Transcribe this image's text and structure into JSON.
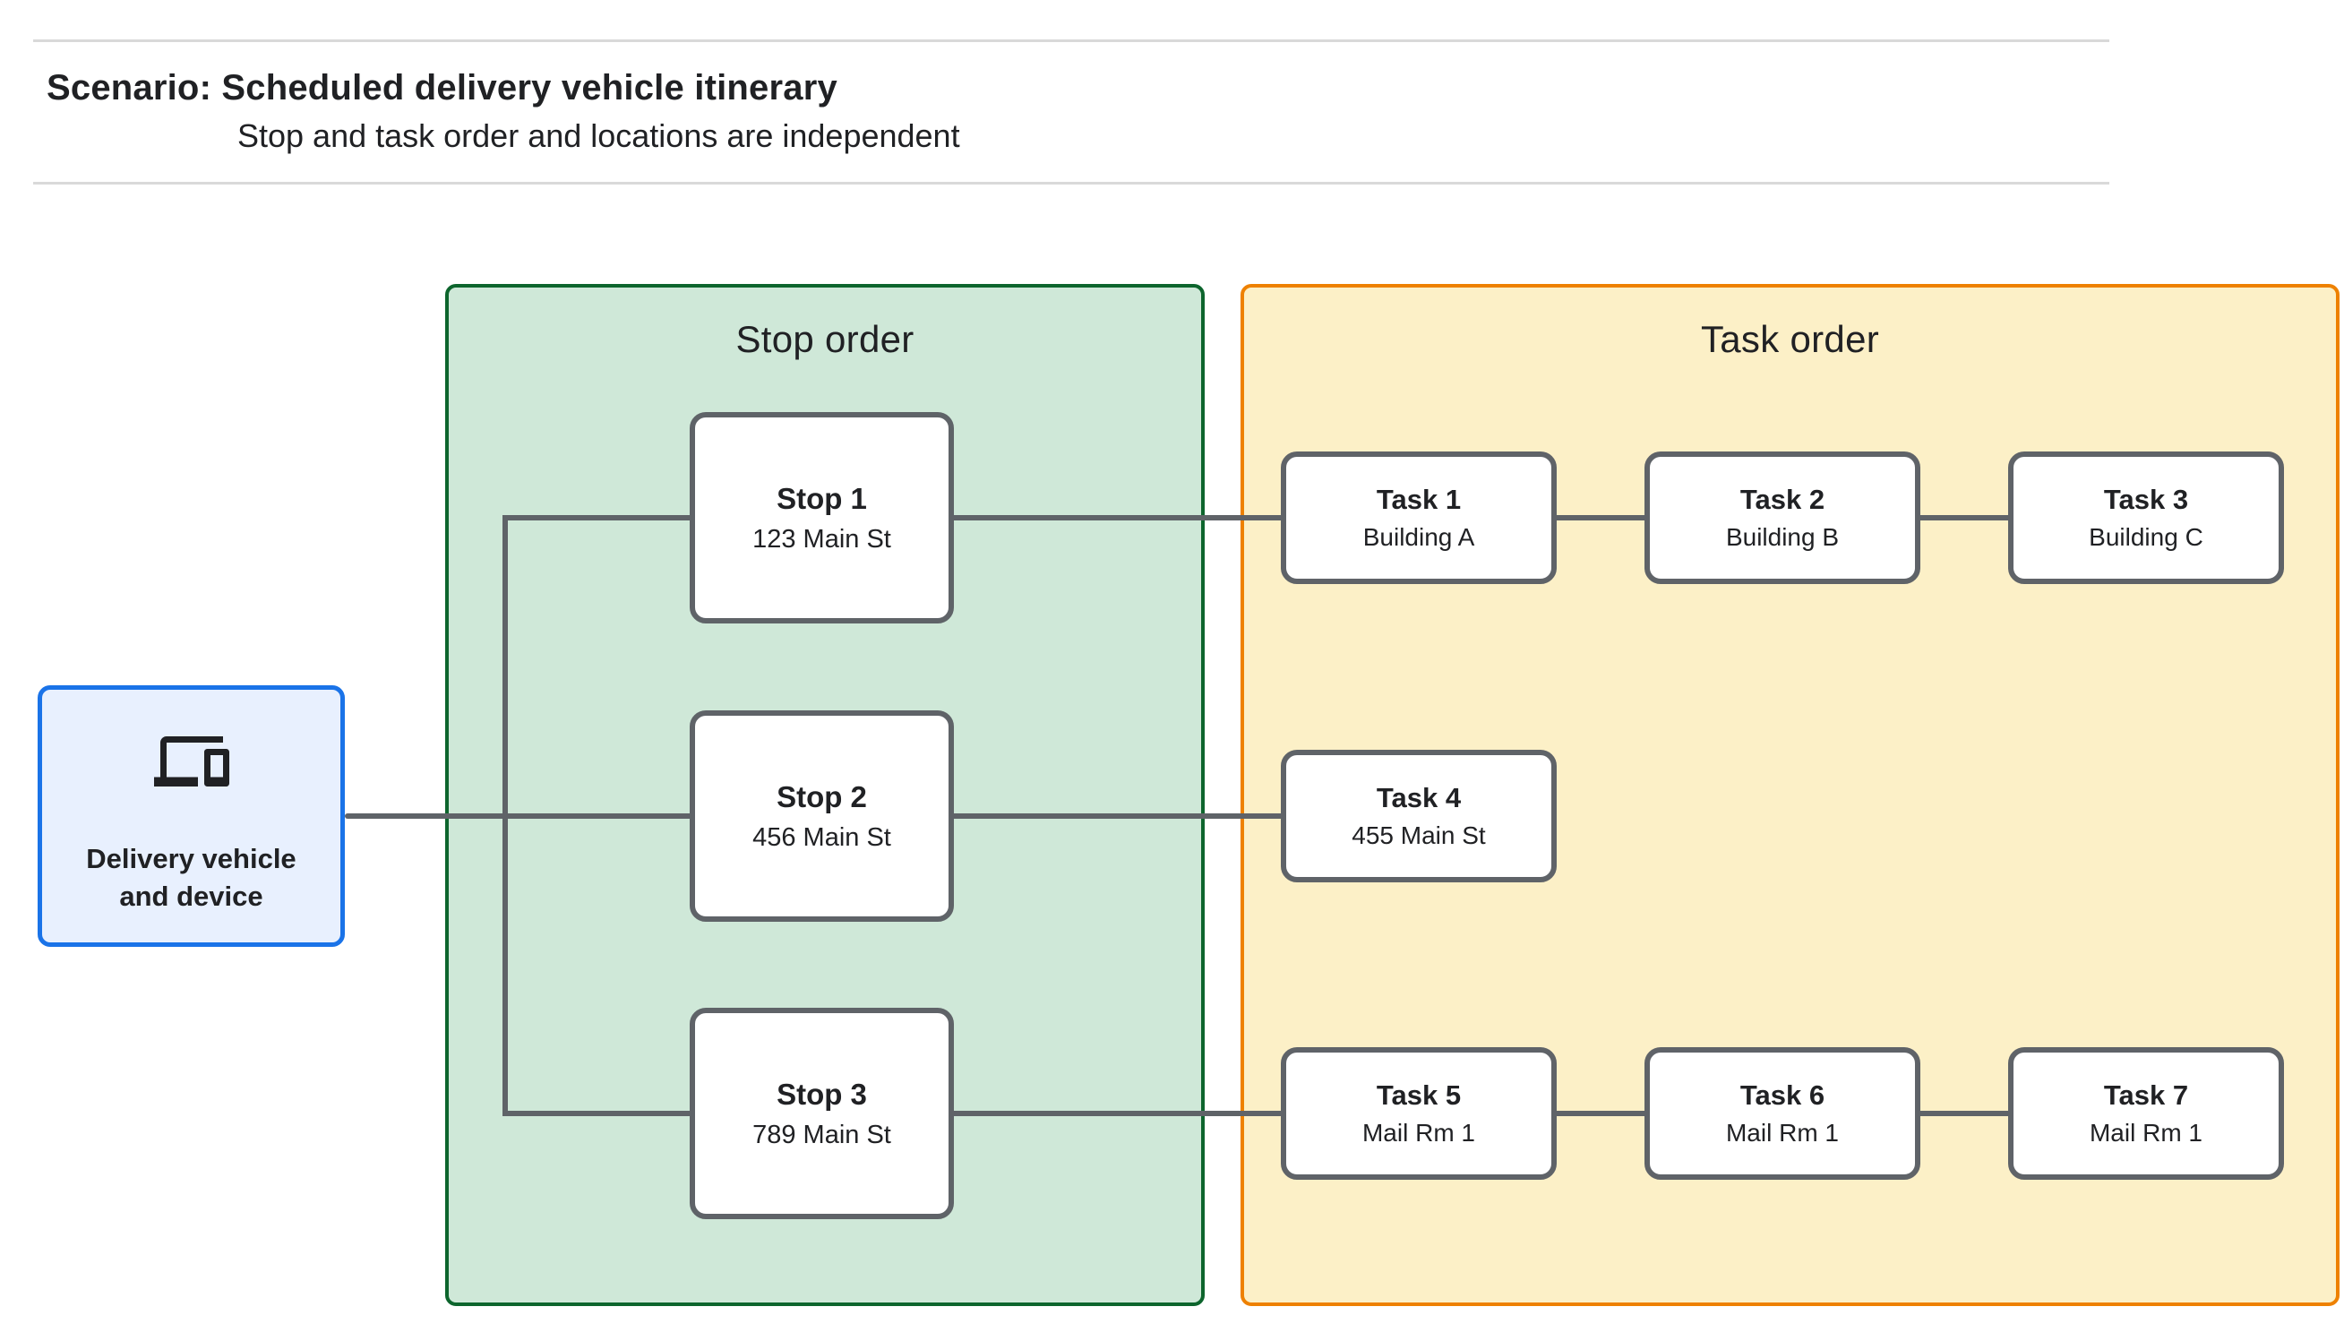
{
  "header": {
    "title": "Scenario: Scheduled delivery vehicle itinerary",
    "subtitle": "Stop and task order and locations are independent"
  },
  "vehicle": {
    "label": "Delivery vehicle and device",
    "icon": "devices-icon"
  },
  "stop_panel": {
    "title": "Stop order"
  },
  "task_panel": {
    "title": "Task order"
  },
  "stops": [
    {
      "title": "Stop 1",
      "subtitle": "123 Main St"
    },
    {
      "title": "Stop 2",
      "subtitle": "456 Main St"
    },
    {
      "title": "Stop 3",
      "subtitle": "789 Main St"
    }
  ],
  "tasks": [
    {
      "title": "Task 1",
      "subtitle": "Building A"
    },
    {
      "title": "Task 2",
      "subtitle": "Building B"
    },
    {
      "title": "Task 3",
      "subtitle": "Building C"
    },
    {
      "title": "Task 4",
      "subtitle": "455 Main St"
    },
    {
      "title": "Task 5",
      "subtitle": "Mail Rm 1"
    },
    {
      "title": "Task 6",
      "subtitle": "Mail Rm 1"
    },
    {
      "title": "Task 7",
      "subtitle": "Mail Rm 1"
    }
  ],
  "colors": {
    "stop-panel-fill": "#cfe8d8",
    "stop-panel-border": "#0d652d",
    "task-panel-fill": "#fcf0c7",
    "task-panel-border": "#ee8100",
    "vehicle-fill": "#e8f0fe",
    "vehicle-border": "#1a73e8",
    "node-border": "#5f6368",
    "wire": "#5f6368",
    "text": "#202124",
    "rule": "#d9d9d9"
  }
}
